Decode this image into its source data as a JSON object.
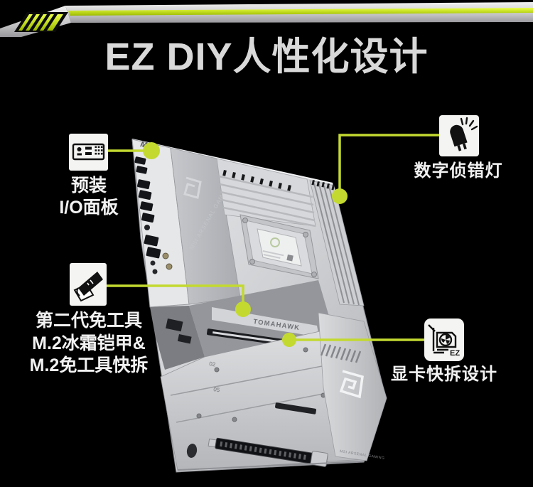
{
  "colors": {
    "background": "#000000",
    "accent_green": "#c3d930",
    "stripe_green_light": "#eaff45",
    "stripe_green_dark": "#9cba00",
    "icon_box": "#f4f4f2",
    "title_text": "#d9d9d9",
    "label_text": "#f2f2f2",
    "board_silver": "#d2d4d7"
  },
  "header": {
    "title": "EZ DIY人性化设计"
  },
  "callouts": {
    "io_panel": {
      "icon": "io-shield-icon",
      "line1": "预装",
      "line2": "I/O面板"
    },
    "debug_led": {
      "icon": "led-icon",
      "label": "数字侦错灯"
    },
    "m2": {
      "icon": "m2-heatsink-icon",
      "line1": "第二代免工具",
      "line2": "M.2冰霜铠甲&",
      "line3": "M.2免工具快拆"
    },
    "gpu": {
      "icon": "gpu-card-icon",
      "icon_badge": "EZ",
      "label": "显卡快拆设计"
    }
  },
  "board": {
    "io_logo": "MAG",
    "shroud_text": "MSI ARSENAL GAMING",
    "armor_text": "TOMAHAWK",
    "edge_text": "MSI ARSENAL GAMING",
    "m2_labels": [
      "02",
      "05"
    ]
  }
}
